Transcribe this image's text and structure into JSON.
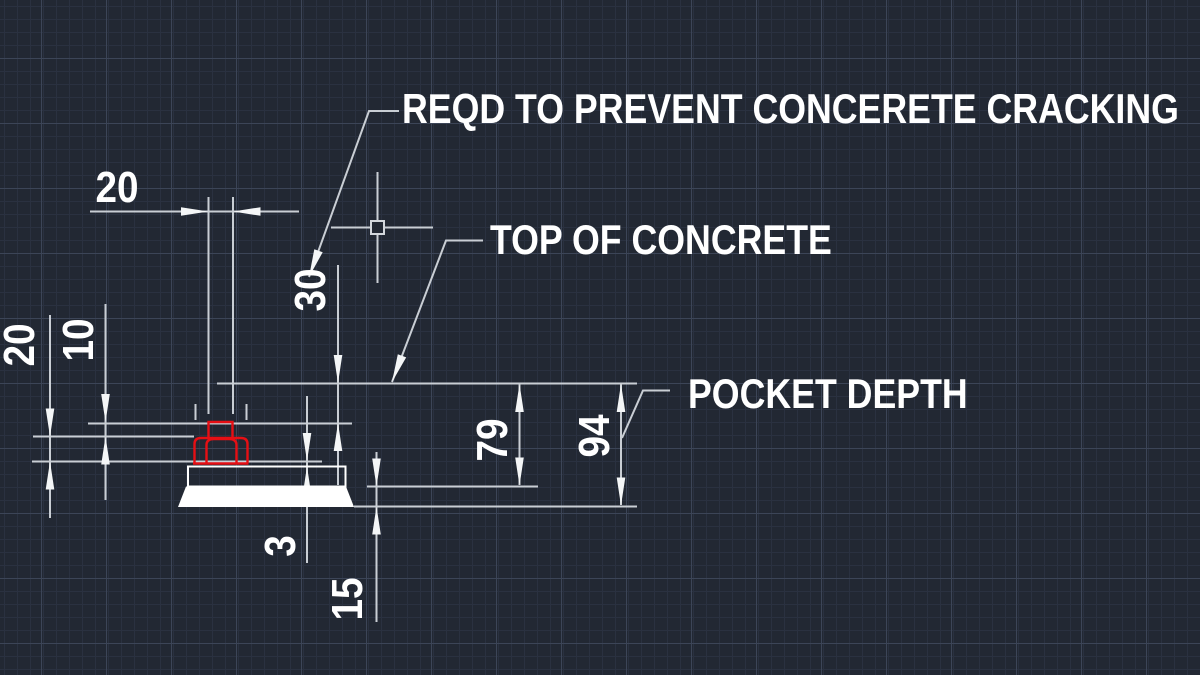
{
  "viewport": {
    "kind": "cad-model-space",
    "background_color": "#222833",
    "grid_minor_color": "#2a3140",
    "grid_major_color": "#3c4557",
    "line_color": "#c9ced4",
    "object_color": "#ffffff",
    "highlight_color": "#e60f14",
    "text_color": "#ffffff"
  },
  "drawing": {
    "labels": {
      "reqd": "REQD TO PREVENT CONCERETE CRACKING",
      "top_of_concrete": "TOP OF CONCRETE",
      "pocket_depth": "POCKET DEPTH"
    },
    "dims": {
      "d20_top": "20",
      "d10": "10",
      "d20_left": "20",
      "d30": "30",
      "d79": "79",
      "d94": "94",
      "d3": "3",
      "d15": "15"
    }
  }
}
